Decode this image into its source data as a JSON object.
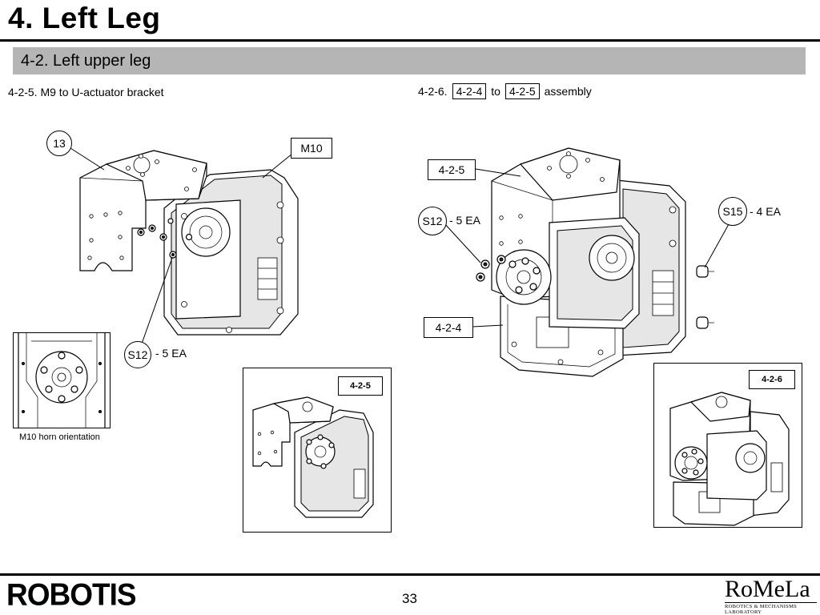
{
  "header": {
    "title": "4. Left Leg",
    "section": "4-2. Left upper leg"
  },
  "steps": {
    "left": {
      "label": "4-2-5. M9 to U-actuator bracket"
    },
    "right": {
      "prefix": "4-2-6.",
      "ref_a": "4-2-4",
      "joiner": "to",
      "ref_b": "4-2-5",
      "suffix": "assembly"
    }
  },
  "left_diagram": {
    "callout_13": "13",
    "callout_m10": "M10",
    "callout_s12": "S12",
    "qty_s12": "- 5 EA",
    "horn_caption": "M10 horn orientation",
    "inset_tag": "4-2-5"
  },
  "right_diagram": {
    "callout_425": "4-2-5",
    "callout_s12": "S12",
    "qty_s12": "- 5 EA",
    "callout_s15": "S15",
    "qty_s15": "- 4 EA",
    "callout_424": "4-2-4",
    "inset_tag": "4-2-6"
  },
  "footer": {
    "brand_left": "ROBOTIS",
    "page_number": "33",
    "brand_right": "RoMeLa",
    "brand_right_sub": "ROBOTICS & MECHANISMS LABORATORY"
  }
}
